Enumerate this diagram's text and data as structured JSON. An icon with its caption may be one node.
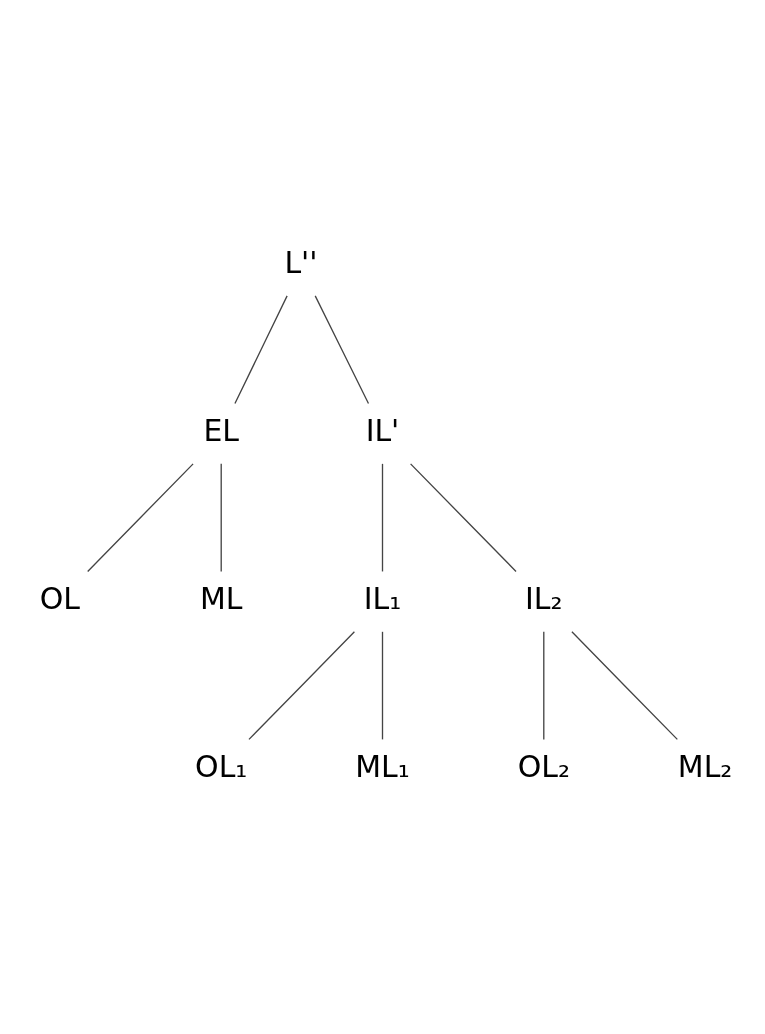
{
  "diagram": {
    "nodes": [
      {
        "text": [
          "L''"
        ]
      },
      {
        "text": [
          "EL"
        ]
      },
      {
        "text": [
          "IL'"
        ]
      },
      {
        "text": [
          "OL"
        ]
      },
      {
        "text": [
          "ML"
        ]
      },
      {
        "text": [
          "IL₁"
        ]
      },
      {
        "text": [
          "IL₂"
        ]
      },
      {
        "text": [
          "OL₁"
        ]
      },
      {
        "text": [
          "ML₁"
        ]
      },
      {
        "text": [
          "OL₂"
        ]
      },
      {
        "text": [
          "ML₂"
        ]
      }
    ],
    "edges": [
      {
        "from": 0,
        "to": 1,
        "arrow": "none"
      },
      {
        "from": 0,
        "to": 2,
        "arrow": "none"
      },
      {
        "from": 1,
        "to": 3,
        "arrow": "none"
      },
      {
        "from": 1,
        "to": 4,
        "arrow": "none"
      },
      {
        "from": 2,
        "to": 5,
        "arrow": "none"
      },
      {
        "from": 2,
        "to": 6,
        "arrow": "none"
      },
      {
        "from": 5,
        "to": 7,
        "arrow": "none"
      },
      {
        "from": 5,
        "to": 8,
        "arrow": "none"
      },
      {
        "from": 6,
        "to": 9,
        "arrow": "none"
      },
      {
        "from": 6,
        "to": 10,
        "arrow": "none"
      }
    ]
  }
}
